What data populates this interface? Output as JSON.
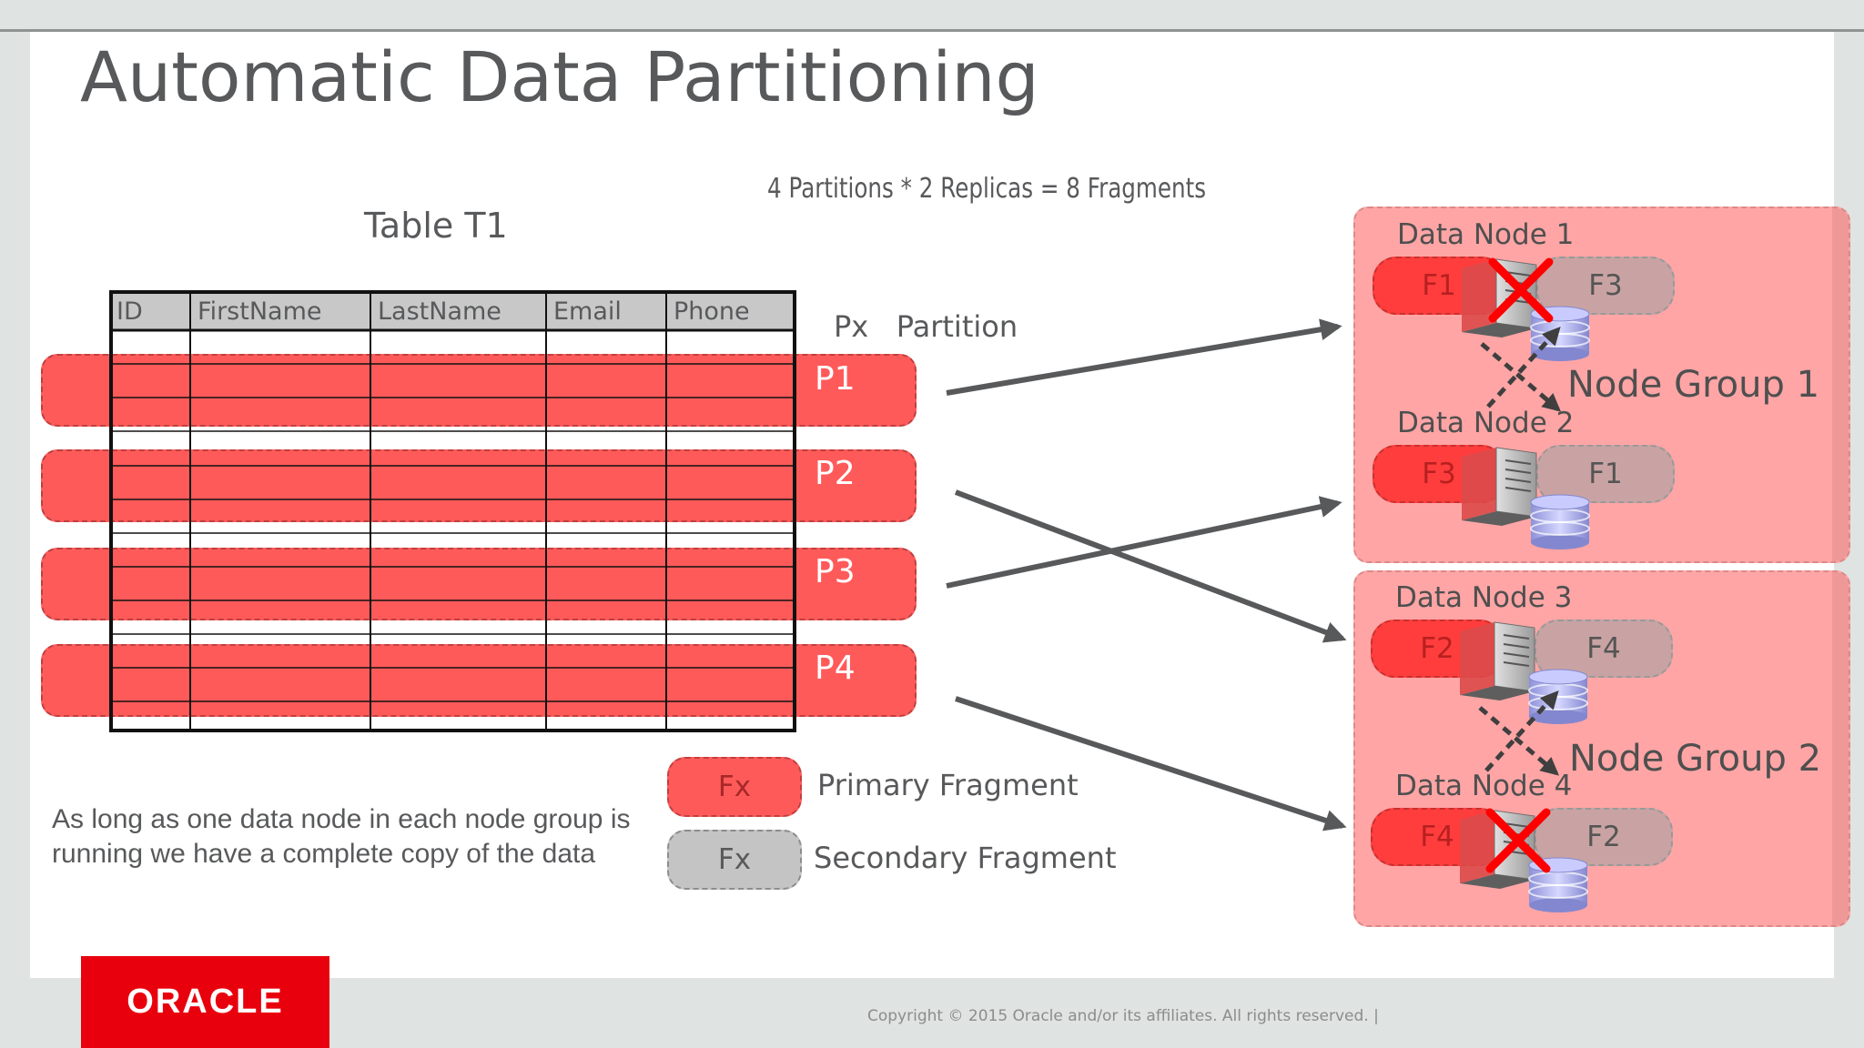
{
  "slide": {
    "title": "Automatic Data Partitioning",
    "formula": "4 Partitions * 2 Replicas = 8 Fragments",
    "table_title": "Table T1",
    "columns": [
      "ID",
      "FirstName",
      "LastName",
      "Email",
      "Phone"
    ],
    "partition_header": {
      "px": "Px",
      "partition": "Partition"
    },
    "partitions": [
      "P1",
      "P2",
      "P3",
      "P4"
    ],
    "node_groups": [
      {
        "label": "Node Group 1",
        "nodes": [
          {
            "title": "Data Node 1",
            "primary": "F1",
            "secondary": "F3",
            "failed": true
          },
          {
            "title": "Data Node 2",
            "primary": "F3",
            "secondary": "F1",
            "failed": false
          }
        ]
      },
      {
        "label": "Node Group 2",
        "nodes": [
          {
            "title": "Data Node 3",
            "primary": "F2",
            "secondary": "F4",
            "failed": false
          },
          {
            "title": "Data Node 4",
            "primary": "F4",
            "secondary": "F2",
            "failed": true
          }
        ]
      }
    ],
    "legend": {
      "primary_symbol": "Fx",
      "primary_label": "Primary Fragment",
      "secondary_symbol": "Fx",
      "secondary_label": "Secondary Fragment"
    },
    "note": "As long as one data node in each node group is running we have a complete copy of the data",
    "logo": "ORACLE",
    "copyright": "Copyright © 2015 Oracle and/or its affiliates. All rights reserved.  |"
  },
  "colors": {
    "primary_fragment": "#ff3d3d",
    "partition_band": "#ff5a5a",
    "node_group": "#ffa5a5",
    "secondary_fragment": "#c4c4c4",
    "arrow": "#58595b",
    "failure_cross": "#ff0000",
    "oracle_red": "#e8000d"
  },
  "icons": [
    "server-icon",
    "database-icon",
    "failure-cross-icon",
    "arrow-icon"
  ]
}
